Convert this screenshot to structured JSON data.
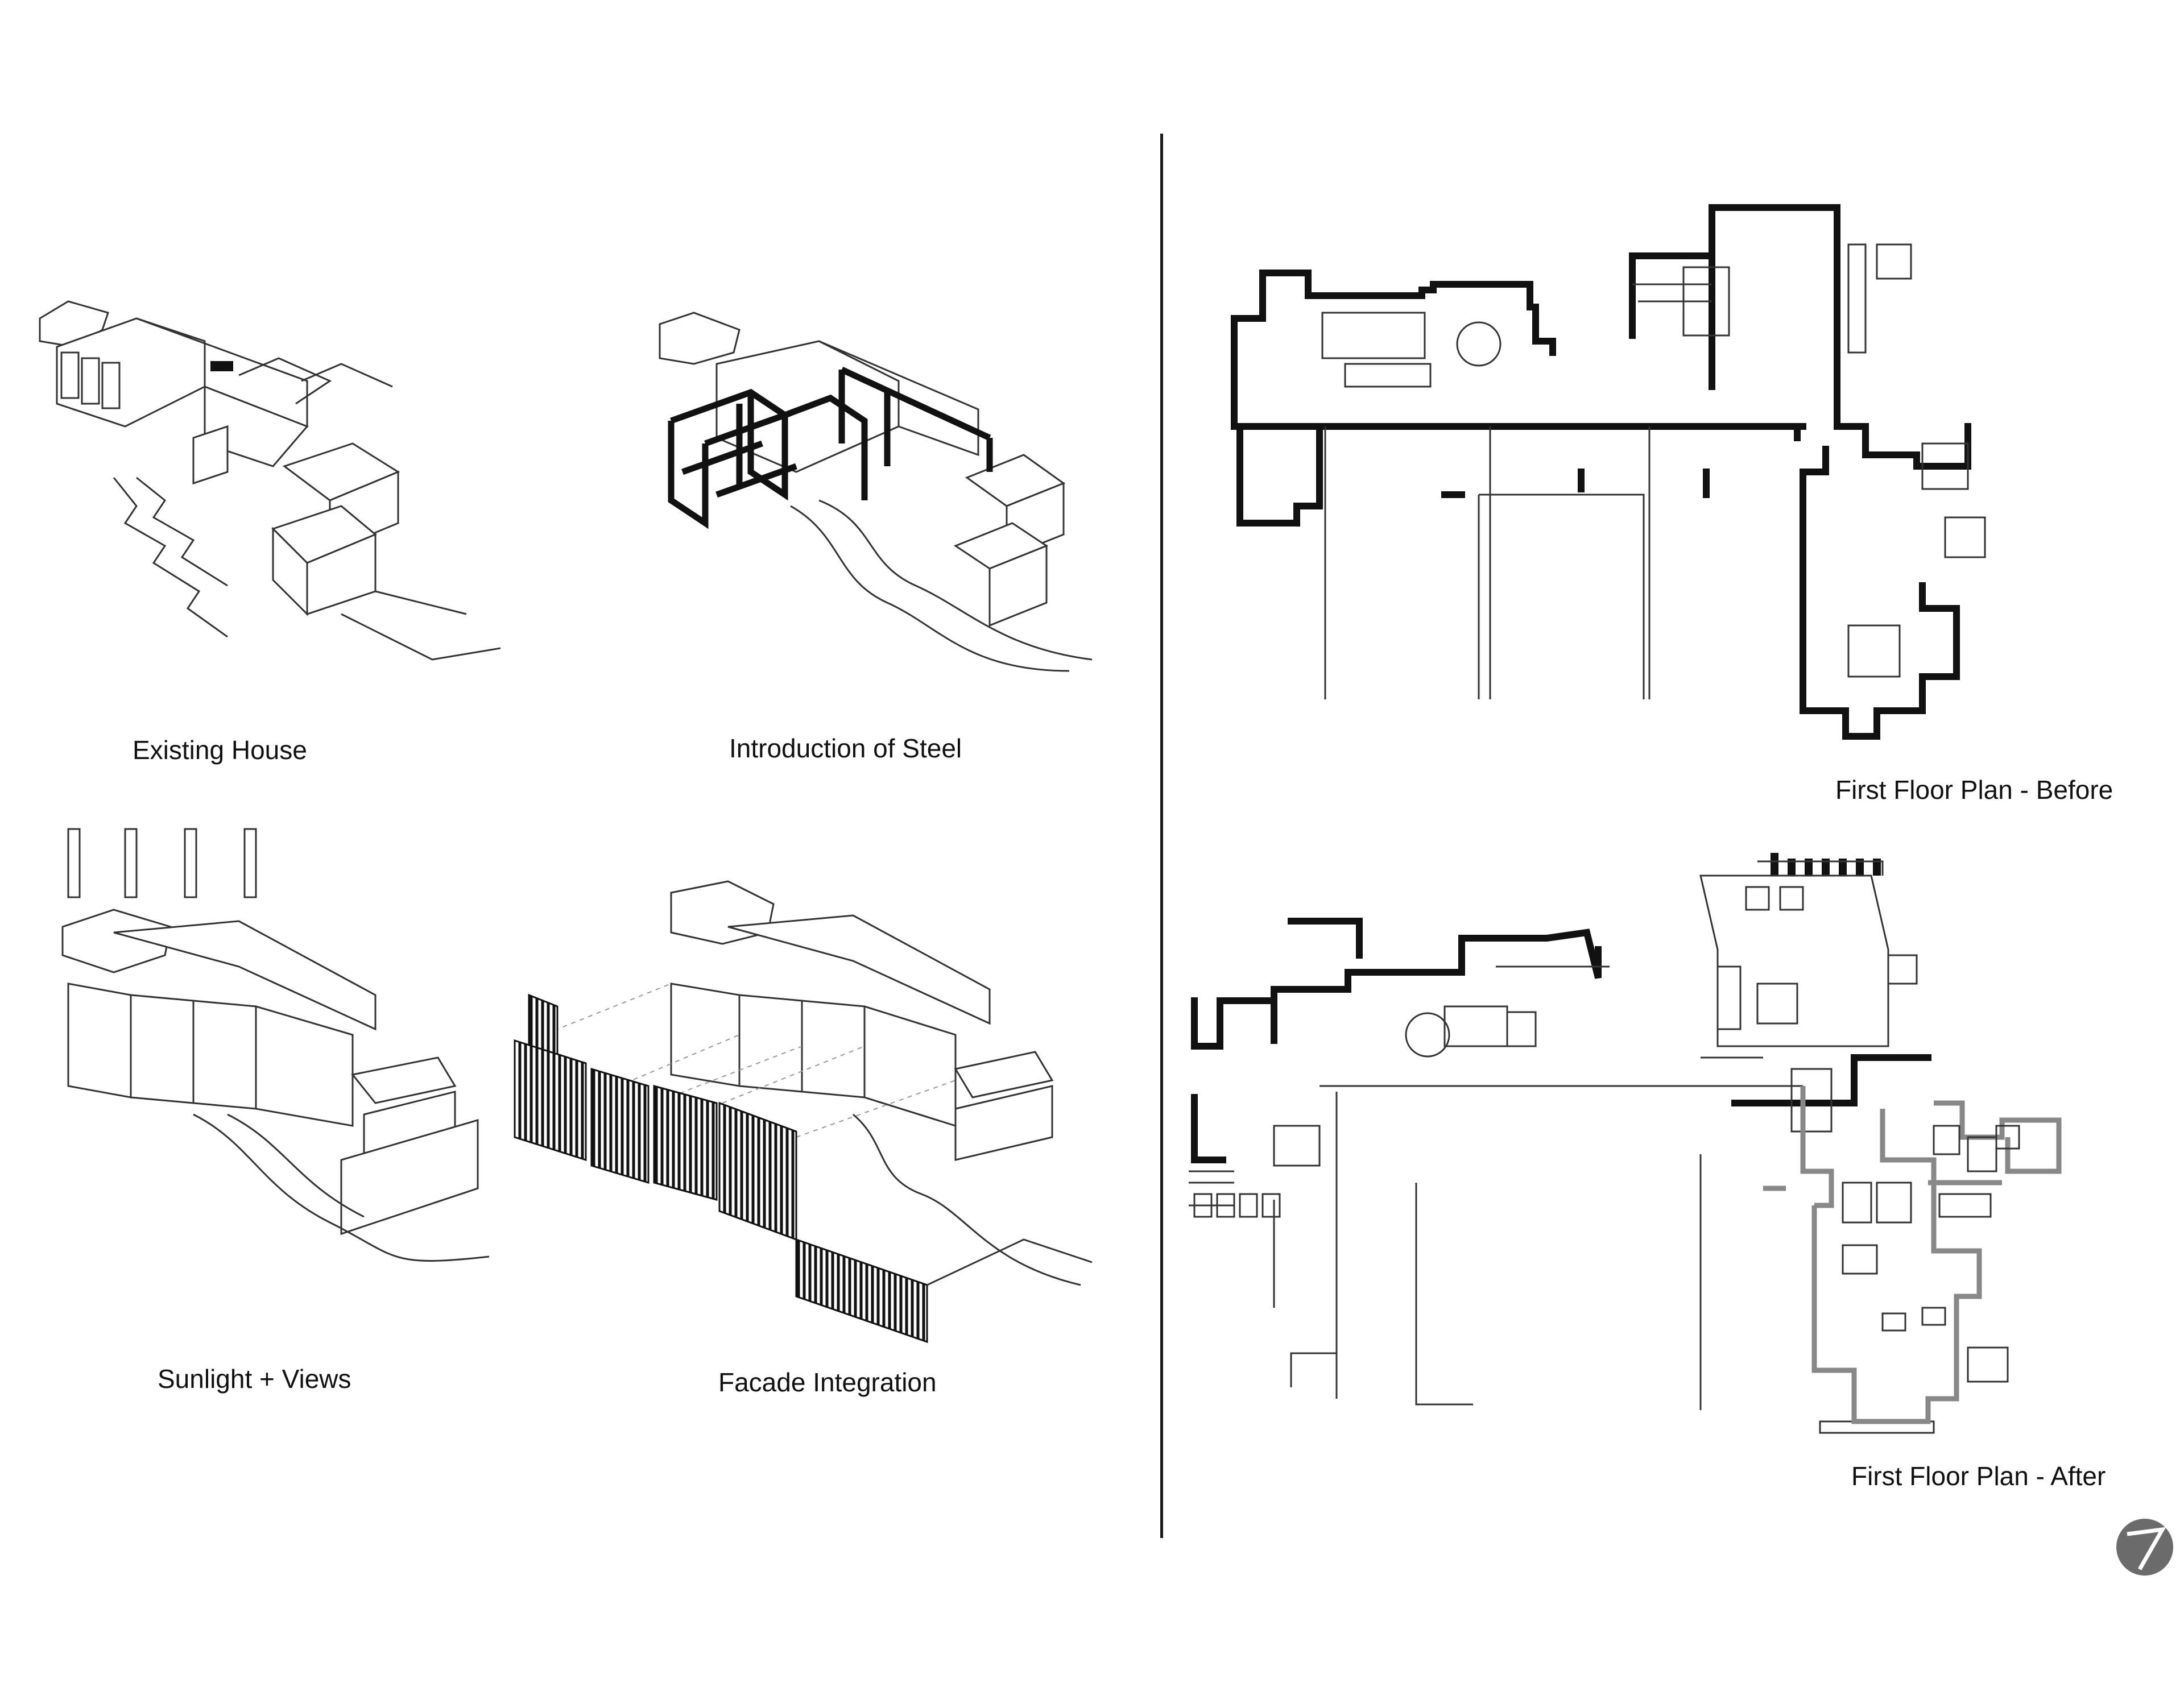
{
  "captions": {
    "existing_house": "Existing House",
    "introduction_of_steel": "Introduction of Steel",
    "sunlight_views": "Sunlight + Views",
    "facade_integration": "Facade Integration",
    "plan_before": "First Floor Plan - Before",
    "plan_after": "First Floor Plan - After"
  },
  "colors": {
    "line": "#111111",
    "background": "#ffffff",
    "logo": "#6b6b6b"
  },
  "icons": {
    "logo": "firm-logo-icon"
  }
}
